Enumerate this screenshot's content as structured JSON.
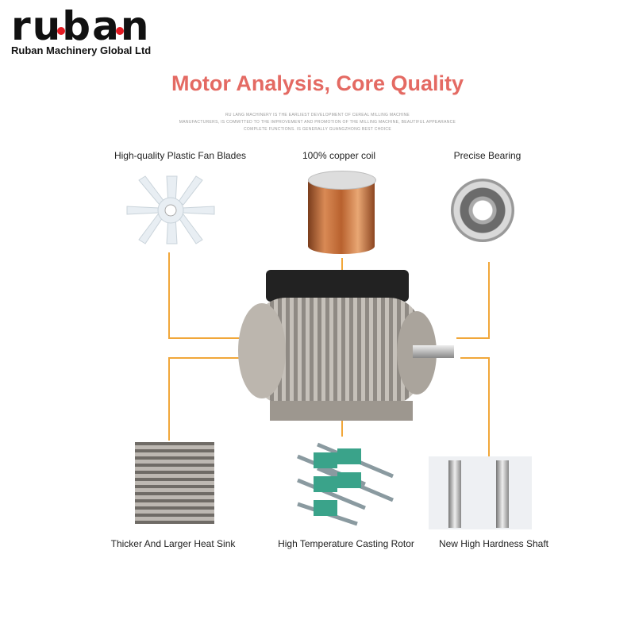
{
  "brand": {
    "logo_text": "ruban",
    "company": "Ruban Machinery Global Ltd"
  },
  "title": "Motor Analysis, Core Quality",
  "subtitle_lines": [
    "RU LANG MACHINERY IS THE EARLIEST DEVELOPMENT OF CEREAL MILLING MACHINE",
    "MANUFACTURERS, IS COMMITTED TO THE IMPROVEMENT AND PROMOTION OF THE MILLING MACHINE, BEAUTIFUL APPEARANCE",
    "COMPLETE FUNCTIONS. IS GENERALLY GUANGZHONG BEST CHOICE"
  ],
  "features_top": [
    "High-quality Plastic Fan Blades",
    "100% copper coil",
    "Precise Bearing"
  ],
  "features_bottom": [
    "Thicker And Larger Heat Sink",
    "High Temperature Casting Rotor",
    "New High Hardness Shaft"
  ],
  "colors": {
    "title": "#e46a63",
    "line": "#f1a73a",
    "logo_dot": "#e31b23"
  }
}
